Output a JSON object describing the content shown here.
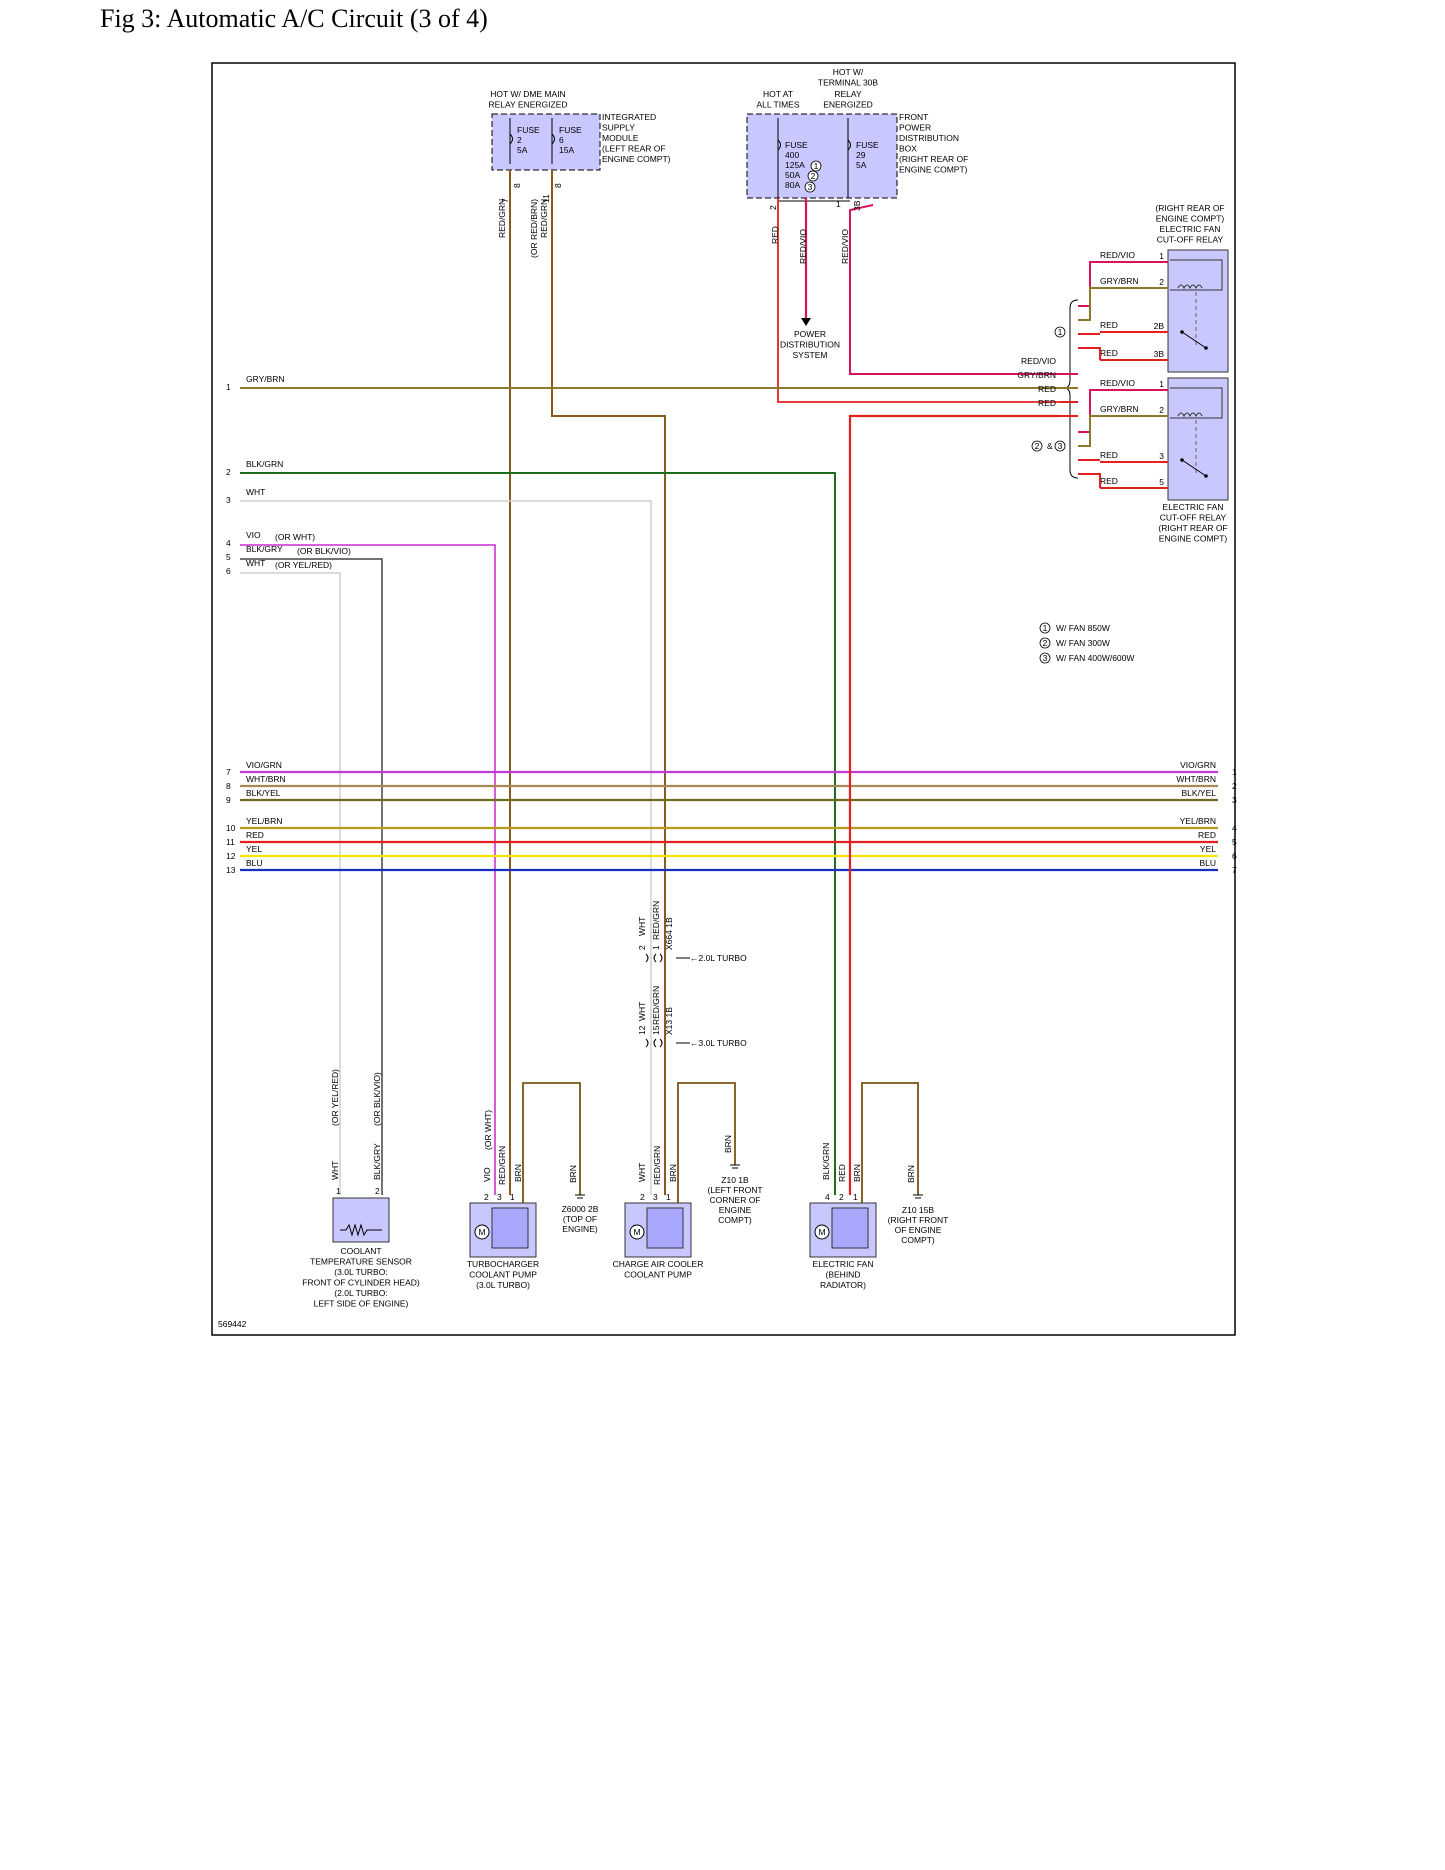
{
  "title": "Fig 3: Automatic A/C Circuit (3 of 4)",
  "diagram_id": "569442",
  "colors": {
    "border": "#000000",
    "component_fill": "#c8c8ff",
    "GRY/BRN": "#8a7a2a",
    "BLK/GRN": "#1f6b1f",
    "WHT": "#cfcfcf",
    "VIO": "#d04ad8",
    "BLK/GRY": "#444444",
    "VIO/GRN": "#c03ad8",
    "WHT/BRN": "#a58a55",
    "BLK/YEL": "#6e6a20",
    "YEL/BRN": "#b89b1c",
    "RED": "#e52020",
    "YEL": "#f5e400",
    "BLU": "#1a2dbf",
    "RED/GRN": "#8a5a1a",
    "BRN": "#7a5410",
    "RED/VIO": "#d81460"
  },
  "top_labels": {
    "dme_relay": [
      "HOT W/ DME MAIN",
      "RELAY ENERGIZED"
    ],
    "hot_at_all_times": [
      "HOT AT",
      "ALL TIMES"
    ],
    "terminal_30b": [
      "HOT W/",
      "TERMINAL 30B",
      "RELAY",
      "ENERGIZED"
    ]
  },
  "ism": {
    "fuses": [
      [
        "FUSE",
        "2",
        "5A"
      ],
      [
        "FUSE",
        "6",
        "15A"
      ]
    ],
    "label": [
      "INTEGRATED",
      "SUPPLY",
      "MODULE",
      "(LEFT REAR OF",
      "ENGINE COMPT)"
    ],
    "pins": [
      "7",
      "8",
      "11",
      "8"
    ]
  },
  "fpdb": {
    "fuses": [
      [
        "FUSE",
        "400",
        "125A",
        "50A",
        "80A"
      ],
      [
        "FUSE",
        "29",
        "5A"
      ]
    ],
    "label": [
      "FRONT",
      "POWER",
      "DISTRIBUTION",
      "BOX",
      "(RIGHT REAR OF",
      "ENGINE COMPT)"
    ],
    "pins": [
      "2",
      "1",
      "3B"
    ]
  },
  "power_distribution": [
    "POWER",
    "DISTRIBUTION",
    "SYSTEM"
  ],
  "left_wires": [
    {
      "num": "1",
      "color": "GRY/BRN"
    },
    {
      "num": "2",
      "color": "BLK/GRN"
    },
    {
      "num": "3",
      "color": "WHT"
    },
    {
      "num": "4",
      "color": "VIO",
      "alt": "(OR WHT)"
    },
    {
      "num": "5",
      "color": "BLK/GRY",
      "alt": "(OR BLK/VIO)"
    },
    {
      "num": "6",
      "color": "WHT",
      "alt": "(OR YEL/RED)"
    }
  ],
  "bus_wires": [
    {
      "lnum": "7",
      "rnum": "1",
      "color": "VIO/GRN"
    },
    {
      "lnum": "8",
      "rnum": "2",
      "color": "WHT/BRN"
    },
    {
      "lnum": "9",
      "rnum": "3",
      "color": "BLK/YEL"
    },
    {
      "lnum": "10",
      "rnum": "4",
      "color": "YEL/BRN"
    },
    {
      "lnum": "11",
      "rnum": "5",
      "color": "RED"
    },
    {
      "lnum": "12",
      "rnum": "6",
      "color": "YEL"
    },
    {
      "lnum": "13",
      "rnum": "7",
      "color": "BLU"
    }
  ],
  "relays": {
    "upper_label": [
      "(RIGHT REAR OF",
      "ENGINE COMPT)",
      "ELECTRIC FAN",
      "CUT-OFF RELAY"
    ],
    "lower_label": [
      "ELECTRIC FAN",
      "CUT-OFF RELAY",
      "(RIGHT REAR OF",
      "ENGINE COMPT)"
    ],
    "upper_pins": [
      {
        "wire": "RED/VIO",
        "pin": "1"
      },
      {
        "wire": "GRY/BRN",
        "pin": "2"
      },
      {
        "wire": "RED",
        "pin": "2B"
      },
      {
        "wire": "RED",
        "pin": "3B"
      }
    ],
    "lower_pins": [
      {
        "wire": "RED/VIO",
        "pin": "1"
      },
      {
        "wire": "GRY/BRN",
        "pin": "2"
      },
      {
        "wire": "RED",
        "pin": "3"
      },
      {
        "wire": "RED",
        "pin": "5"
      }
    ],
    "feed_wires": [
      "RED/VIO",
      "GRY/BRN",
      "RED",
      "RED"
    ],
    "note_upper": "1",
    "note_lower": "2 & 3"
  },
  "legend": [
    "W/ FAN 850W",
    "W/ FAN 300W",
    "W/ FAN 400W/600W"
  ],
  "connectors": [
    {
      "name": "X664 1B",
      "pins": [
        "2",
        "1"
      ],
      "wires": [
        "WHT",
        "RED/GRN"
      ],
      "note": "2.0L TURBO"
    },
    {
      "name": "X13 1B",
      "pins": [
        "12",
        "15"
      ],
      "wires": [
        "WHT",
        "RED/GRN"
      ],
      "note": "3.0L TURBO"
    }
  ],
  "components": {
    "coolant_sensor": {
      "label": [
        "COOLANT",
        "TEMPERATURE SENSOR",
        "(3.0L TURBO:",
        "FRONT OF CYLINDER HEAD)",
        "(2.0L TURBO:",
        "LEFT SIDE OF ENGINE)"
      ],
      "pins": [
        "1",
        "2"
      ],
      "wires": [
        "WHT",
        "BLK/GRY"
      ],
      "alt": [
        "(OR YEL/RED)",
        "(OR BLK/VIO)"
      ]
    },
    "turbo_pump": {
      "label": [
        "TURBOCHARGER",
        "COOLANT PUMP",
        "(3.0L TURBO)"
      ],
      "pins": [
        "2",
        "3",
        "1"
      ],
      "wires": [
        "VIO",
        "RED/GRN",
        "BRN"
      ],
      "alt": "(OR WHT)"
    },
    "charge_pump": {
      "label": [
        "CHARGE AIR COOLER",
        "COOLANT PUMP"
      ],
      "pins": [
        "2",
        "3",
        "1"
      ],
      "wires": [
        "WHT",
        "RED/GRN",
        "BRN"
      ]
    },
    "fan": {
      "label": [
        "ELECTRIC FAN",
        "(BEHIND",
        "RADIATOR)"
      ],
      "pins": [
        "4",
        "2",
        "1"
      ],
      "wires": [
        "BLK/GRN",
        "RED",
        "BRN"
      ]
    }
  },
  "grounds": [
    {
      "wire": "BRN",
      "label": [
        "Z6000 2B",
        "(TOP OF",
        "ENGINE)"
      ]
    },
    {
      "wire": "BRN",
      "label": [
        "Z10 1B",
        "(LEFT FRONT",
        "CORNER OF",
        "ENGINE",
        "COMPT)"
      ]
    },
    {
      "wire": "BRN",
      "label": [
        "Z10 15B",
        "(RIGHT FRONT",
        "OF ENGINE",
        "COMPT)"
      ]
    }
  ]
}
